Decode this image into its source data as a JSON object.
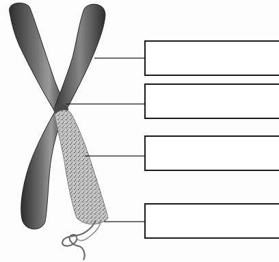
{
  "labels": [
    {
      "id": "box1",
      "text": ""
    },
    {
      "id": "box2",
      "text": ""
    },
    {
      "id": "box3",
      "text": ""
    },
    {
      "id": "box4",
      "text": ""
    }
  ],
  "colors": {
    "chromatid_dark": "#3a3a3a",
    "chromatid_mid": "#6b6b6b",
    "chromatid_light": "#a8a8a8",
    "dna_strand": "#5a5a5a",
    "leader_line": "#1a1a1a",
    "box_border": "#1a1a1a"
  },
  "icons": [
    "chromosome-illustration"
  ]
}
